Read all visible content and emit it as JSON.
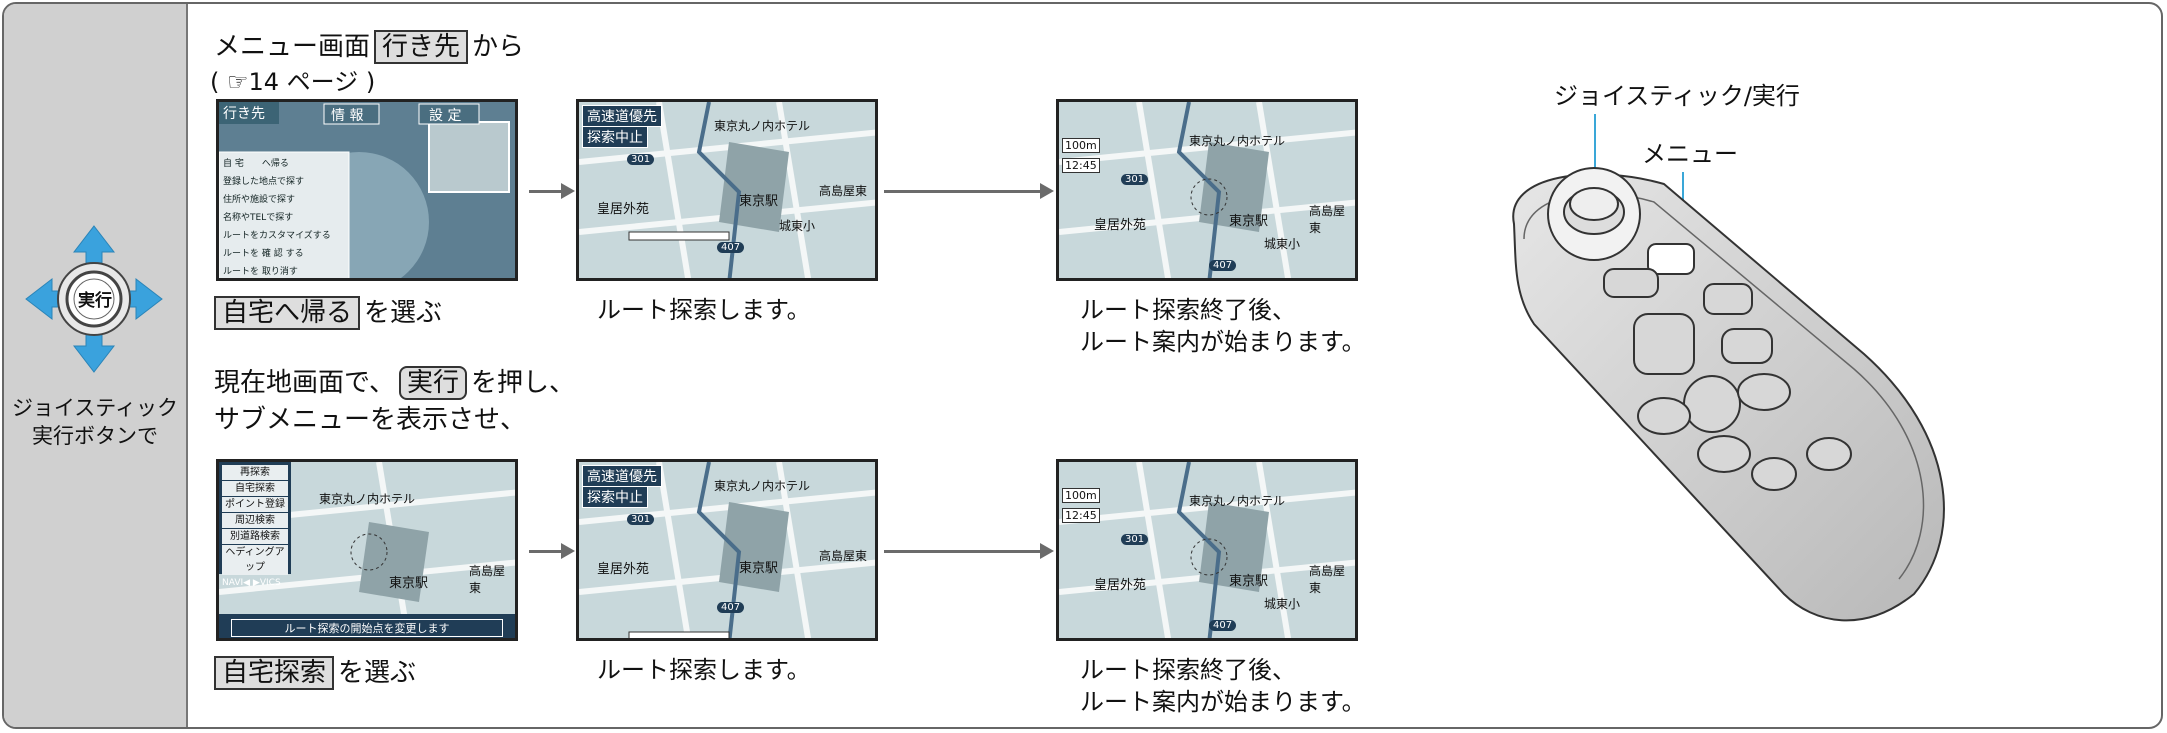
{
  "sidebar": {
    "icon_label": "実行",
    "caption_line1": "ジョイスティック",
    "caption_line2": "実行ボタンで"
  },
  "row1": {
    "heading_pre": "メニュー画面",
    "heading_key": "行き先",
    "heading_post": "から",
    "page_ref": "( ☞14 ページ )",
    "select_key": "自宅へ帰る",
    "select_post": "を選ぶ",
    "caption_search": "ルート探索します。",
    "caption_done_1": "ルート探索終了後、",
    "caption_done_2": "ルート案内が始まります。"
  },
  "row2": {
    "heading_pre": "現在地画面で、",
    "heading_key": "実行",
    "heading_post": "を押し、",
    "heading_line2": "サブメニューを表示させ、",
    "select_key": "自宅探索",
    "select_post": "を選ぶ",
    "caption_search": "ルート探索します。",
    "caption_done_1": "ルート探索終了後、",
    "caption_done_2": "ルート案内が始まります。"
  },
  "menu_screen": {
    "tabs": [
      "行き先",
      "情 報",
      "設 定"
    ],
    "items": [
      "自 宅　　へ帰る",
      "登録した地点で探す",
      "住所や施設で探す",
      "名称やTELで探す",
      "ルートをカスタマイズする",
      "ルートを 確 認 する",
      "ルートを 取り消す"
    ]
  },
  "map_labels": {
    "station": "東京駅",
    "hotel": "東京丸ノ内ホテル",
    "palace": "皇居外苑",
    "yaesu": "高島屋東",
    "school": "城東小",
    "route_301": "301",
    "route_407": "407",
    "search_badge_1": "高速道優先",
    "search_badge_2": "探索中止",
    "scale": "100m",
    "time": "12:45"
  },
  "submenu": {
    "items": [
      "再探索",
      "自宅探索",
      "ポイント登録",
      "周辺検索",
      "別道路検索",
      "ヘディングアップ"
    ],
    "footer_left": "NAVI◀",
    "footer_right": "▶VICS",
    "status": "ルート探索の開始点を変更します"
  },
  "remote": {
    "label_joystick": "ジョイスティック/実行",
    "label_menu": "メニュー"
  }
}
